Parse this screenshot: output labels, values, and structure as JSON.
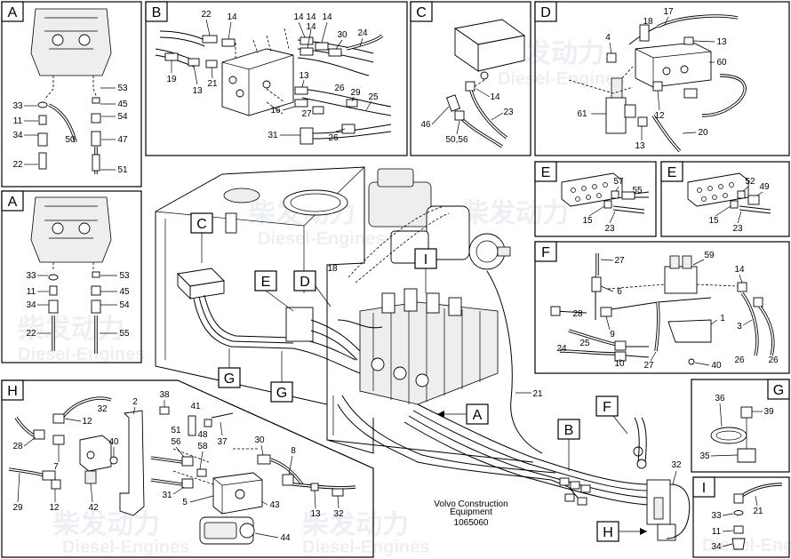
{
  "panel_letters": {
    "a1": "A",
    "a2": "A",
    "b": "B",
    "c": "C",
    "d": "D",
    "e1": "E",
    "e2": "E",
    "f": "F",
    "g": "G",
    "h": "H",
    "i": "I"
  },
  "main_callouts": {
    "c": "C",
    "e": "E",
    "d": "D",
    "i": "I",
    "g1": "G",
    "g2": "G",
    "a": "A",
    "f": "F",
    "b": "B",
    "h": "H"
  },
  "main_numbers": {
    "n18": "18",
    "n21": "21",
    "n32": "32"
  },
  "caption": {
    "line1": "Volvo Construction",
    "line2": "Equipment",
    "code": "1065060"
  },
  "panel_a1_numbers": {
    "n33": "33",
    "n11": "11",
    "n34": "34",
    "n22": "22",
    "n50": "50",
    "n53": "53",
    "n45": "45",
    "n54": "54",
    "n47": "47",
    "n51": "51"
  },
  "panel_a2_numbers": {
    "n33": "33",
    "n11": "11",
    "n34": "34",
    "n22": "22",
    "n53": "53",
    "n45": "45",
    "n54": "54",
    "n55": "55"
  },
  "panel_b_numbers": {
    "n22": "22",
    "n14a": "14",
    "n14b": "14",
    "n14c": "14",
    "n14d": "14",
    "n30": "30",
    "n24": "24",
    "n19": "19",
    "n13a": "13",
    "n21": "21",
    "n13b": "13",
    "n26a": "26",
    "n29": "29",
    "n25": "25",
    "n16": "16",
    "n27": "27",
    "n31": "31",
    "n26b": "26"
  },
  "panel_c_numbers": {
    "n14": "14",
    "n23": "23",
    "n46": "46",
    "n5056": "50,56"
  },
  "panel_d_numbers": {
    "n18": "18",
    "n17": "17",
    "n4": "4",
    "n13a": "13",
    "n60": "60",
    "n61": "61",
    "n12": "12",
    "n13b": "13",
    "n20": "20"
  },
  "panel_e1_numbers": {
    "n57": "57",
    "n55": "55",
    "n15": "15",
    "n23": "23"
  },
  "panel_e2_numbers": {
    "n52": "52",
    "n49": "49",
    "n15": "15",
    "n23": "23"
  },
  "panel_f_numbers": {
    "n27a": "27",
    "n59": "59",
    "n6": "6",
    "n14": "14",
    "n28": "28",
    "n9": "9",
    "n1": "1",
    "n25": "25",
    "n3": "3",
    "n24": "24",
    "n10": "10",
    "n27b": "27",
    "n26a": "26",
    "n26b": "26",
    "n40": "40"
  },
  "panel_g_numbers": {
    "n36": "36",
    "n39": "39",
    "n35": "35"
  },
  "panel_h_numbers": {
    "n32": "32",
    "n2": "2",
    "n38": "38",
    "n12a": "12",
    "n28": "28",
    "n41": "41",
    "n48": "48",
    "n51": "51",
    "n56": "56",
    "n58": "58",
    "n37": "37",
    "n40": "40",
    "n7": "7",
    "n30": "30",
    "n8": "8",
    "n29": "29",
    "n12b": "12",
    "n42": "42",
    "n31": "31",
    "n5": "5",
    "n43": "43",
    "n13": "13",
    "n32b": "32",
    "n44": "44"
  },
  "panel_i_numbers": {
    "n21": "21",
    "n33": "33",
    "n11": "11",
    "n34": "34"
  },
  "watermark": {
    "cn": "柴发动力",
    "en": "Diesel-Engines"
  }
}
